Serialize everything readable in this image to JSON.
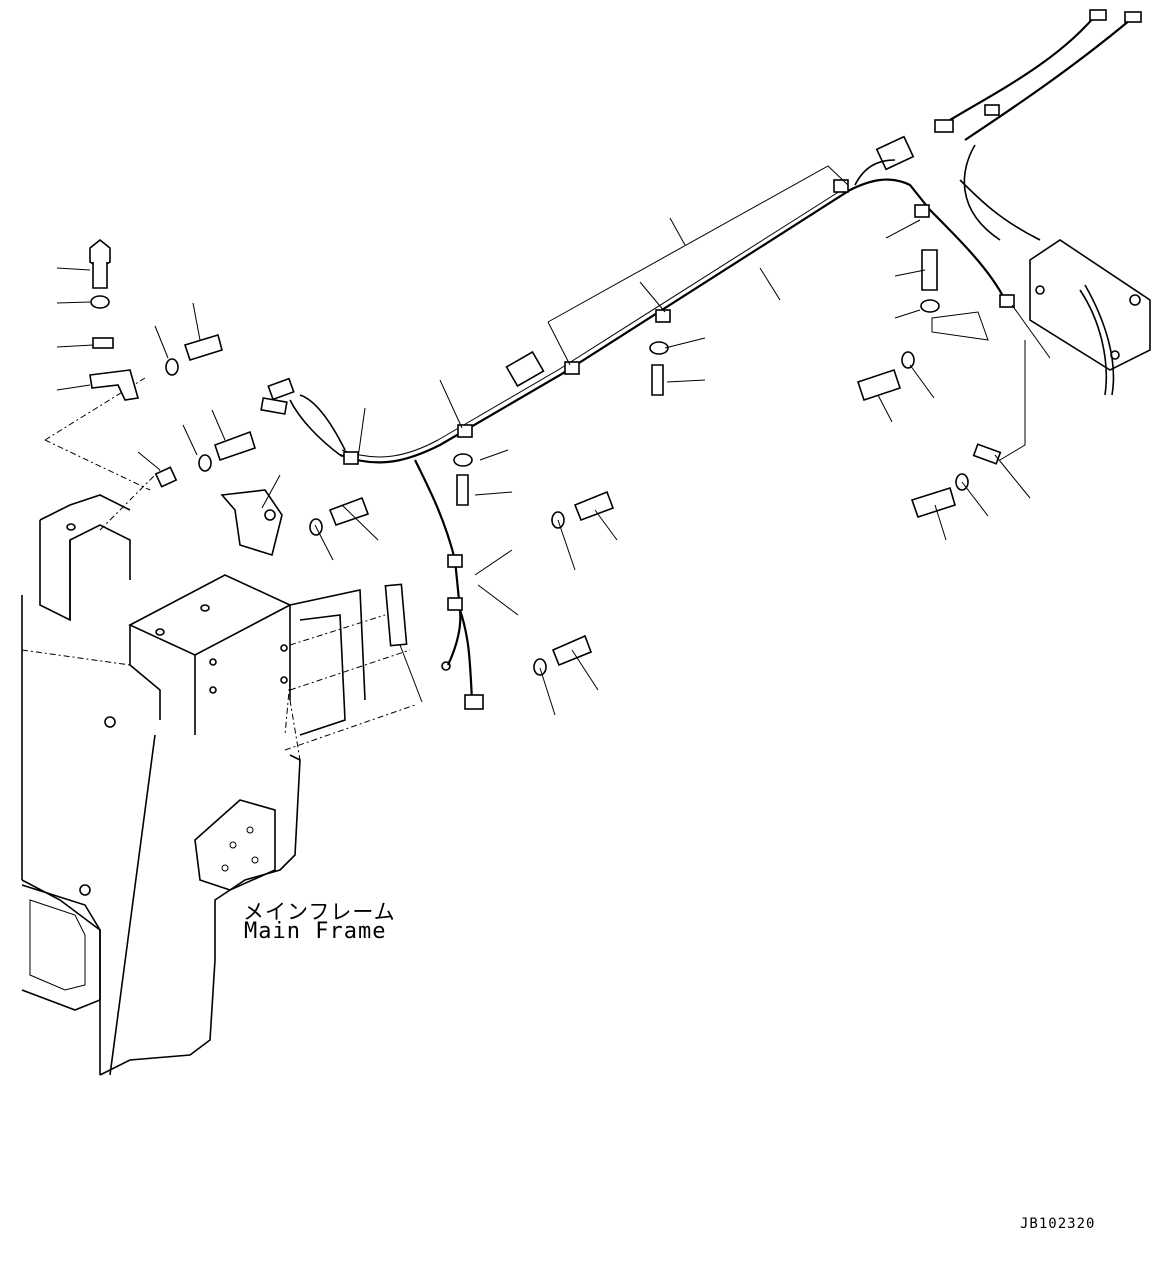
{
  "labels": {
    "main_frame_jp": "メインフレーム",
    "main_frame_en": "Main Frame"
  },
  "drawing_id": "JB102320"
}
